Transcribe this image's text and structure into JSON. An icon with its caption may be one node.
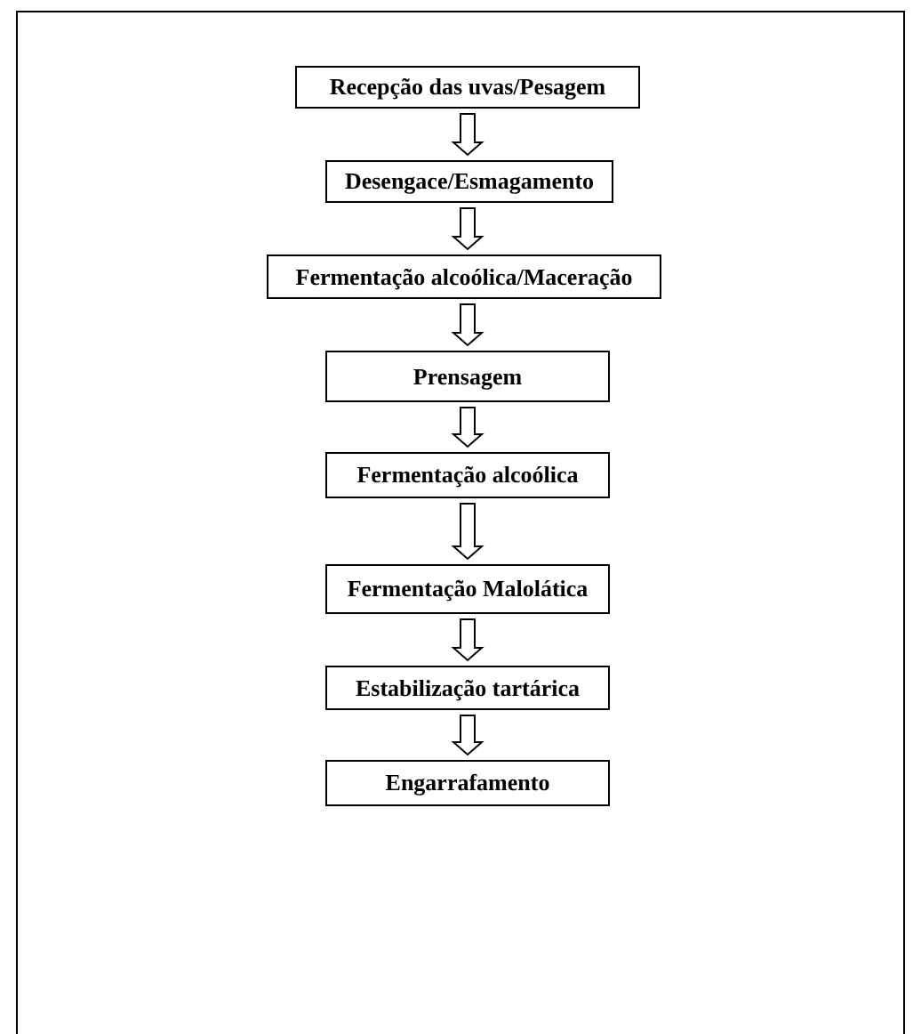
{
  "diagram": {
    "nodes": [
      {
        "text": [
          "Recepção das uvas/Pesagem"
        ]
      },
      {
        "text": [
          "Desengace/Esmagamento"
        ]
      },
      {
        "text": [
          "Fermentação alcoólica/Maceração"
        ]
      },
      {
        "text": [
          "Prensagem"
        ]
      },
      {
        "text": [
          "Fermentação alcoólica"
        ]
      },
      {
        "text": [
          "Fermentação Malolática"
        ]
      },
      {
        "text": [
          "Estabilização tartárica"
        ]
      },
      {
        "text": [
          "Engarrafamento"
        ]
      }
    ],
    "edges": [
      {
        "from": 0,
        "to": 1,
        "arrow": "to"
      },
      {
        "from": 1,
        "to": 2,
        "arrow": "to"
      },
      {
        "from": 2,
        "to": 3,
        "arrow": "to"
      },
      {
        "from": 3,
        "to": 4,
        "arrow": "to"
      },
      {
        "from": 4,
        "to": 5,
        "arrow": "to"
      },
      {
        "from": 5,
        "to": 6,
        "arrow": "to"
      },
      {
        "from": 6,
        "to": 7,
        "arrow": "to"
      }
    ]
  }
}
